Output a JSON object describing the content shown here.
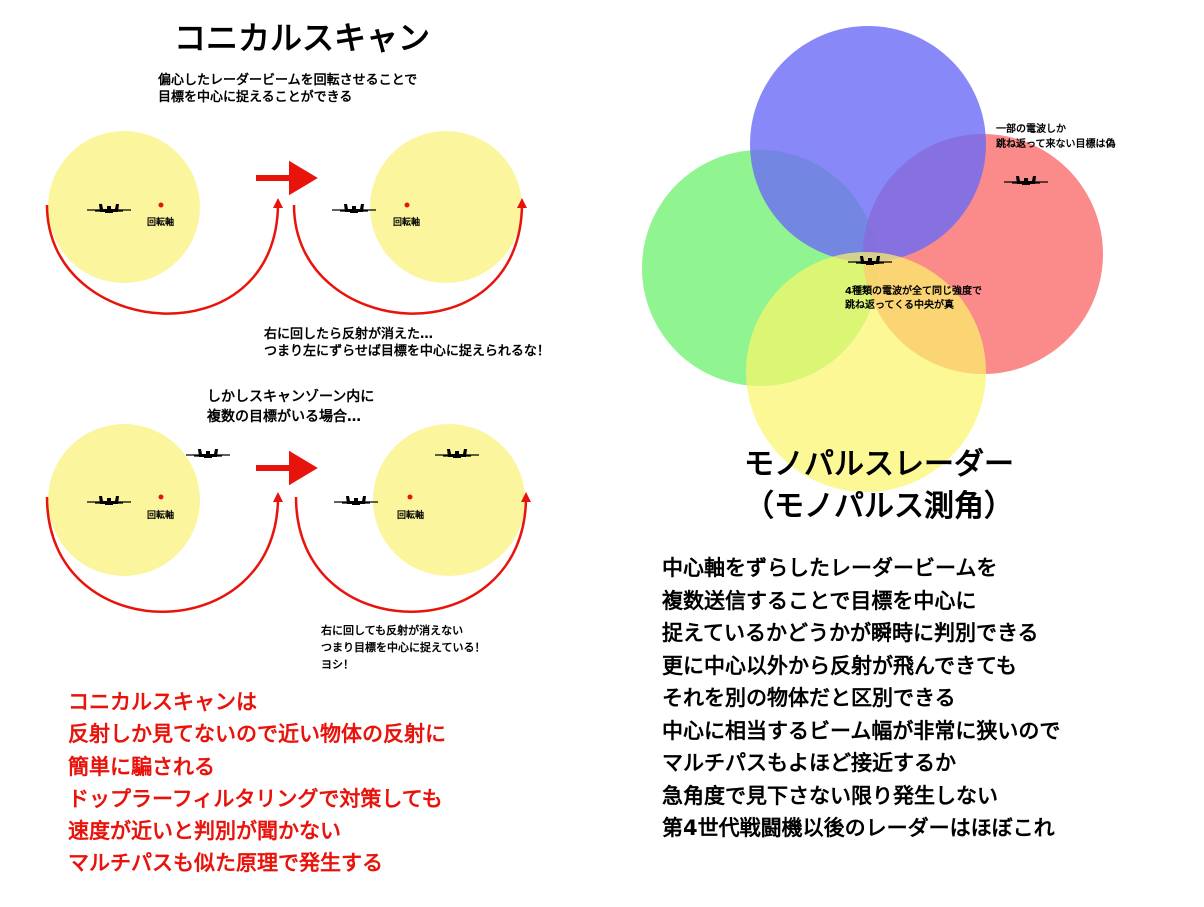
{
  "conical": {
    "title": "コニカルスキャン",
    "intro": "偏心したレーダービームを回転させることで\n目標を中心に捉えることができる",
    "axis_label": "回転軸",
    "caption_top": "右に回したら反射が消えた…\nつまり左にずらせば目標を中心に捉えられるな！",
    "multi_intro": "しかしスキャンゾーン内に\n複数の目標がいる場合…",
    "caption_bottom": "右に回しても反射が消えない\nつまり目標を中心に捉えている！\nヨシ！",
    "conclusion": "コニカルスキャンは\n反射しか見てないので近い物体の反射に\n簡単に騙される\nドップラーフィルタリングで対策しても\n速度が近いと判別が聞かない\nマルチパスも似た原理で発生する"
  },
  "monopulse": {
    "title": "モノパルスレーダー",
    "subtitle": "（モノパルス測角）",
    "center_note": "4種類の電波が全て同じ強度で\n跳ね返ってくる中央が真",
    "side_note": "一部の電波しか\n跳ね返って来ない目標は偽",
    "description": "中心軸をずらしたレーダービームを\n複数送信することで目標を中心に\n捉えているかどうかが瞬時に判別できる\n更に中心以外から反射が飛んできても\nそれを別の物体だと区別できる\n中心に相当するビーム幅が非常に狭いので\nマルチパスもよほど接近するか\n急角度で見下さない限り発生しない\n第4世代戦闘機以後のレーダーはほぼこれ"
  },
  "colors": {
    "beam_yellow": "#fbf59e",
    "arrow_red": "#e8140c",
    "axis_dot": "#e8140c",
    "beam_blue": "#6a6af6",
    "beam_red": "#fa7676",
    "beam_green": "#7cf27c",
    "beam_yellow_alpha": "#fbf56a"
  }
}
